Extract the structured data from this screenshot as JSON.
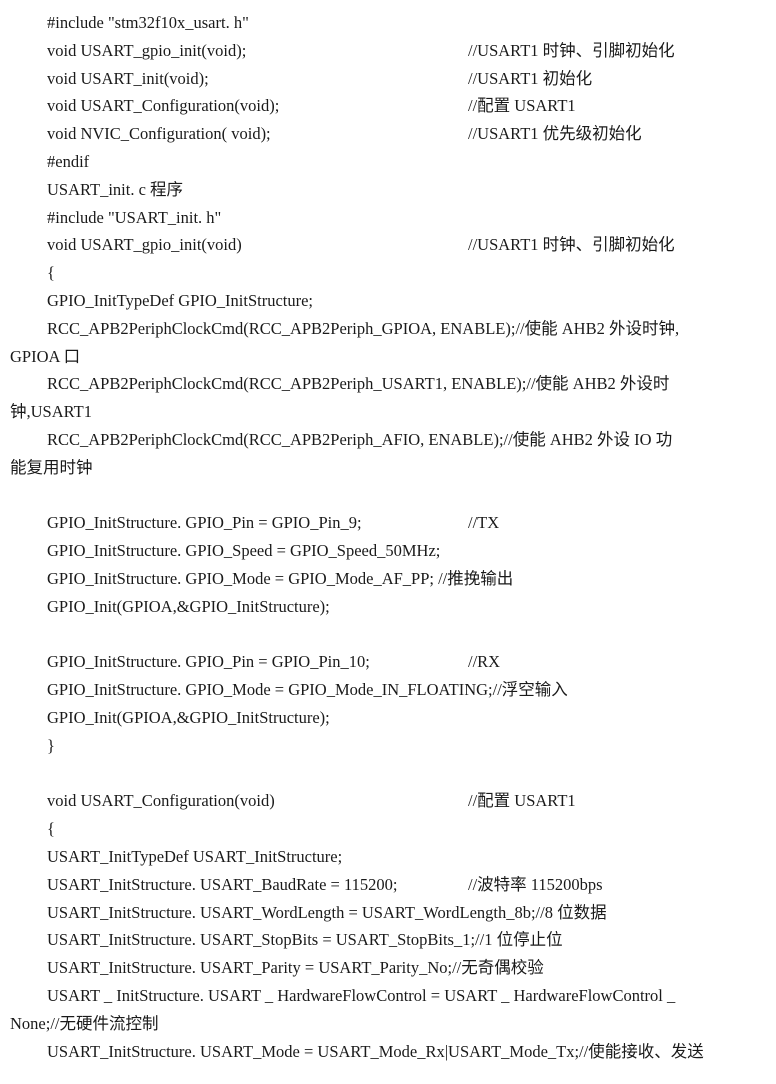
{
  "document": {
    "lines": [
      {
        "code": "#include \"stm32f10x_usart. h\"",
        "comment": ""
      },
      {
        "code": "void USART_gpio_init(void);",
        "comment": "//USART1 时钟、引脚初始化"
      },
      {
        "code": "void USART_init(void);",
        "comment": "//USART1 初始化"
      },
      {
        "code": "void USART_Configuration(void);",
        "comment": "//配置 USART1"
      },
      {
        "code": "void NVIC_Configuration( void);",
        "comment": "//USART1 优先级初始化"
      },
      {
        "code": "#endif",
        "comment": ""
      },
      {
        "code": "USART_init. c 程序",
        "comment": ""
      },
      {
        "code": "#include \"USART_init. h\"",
        "comment": ""
      },
      {
        "code": "void USART_gpio_init(void)",
        "comment": "//USART1 时钟、引脚初始化"
      },
      {
        "code": "{",
        "comment": ""
      },
      {
        "code": "GPIO_InitTypeDef GPIO_InitStructure;",
        "comment": ""
      },
      {
        "code": "RCC_APB2PeriphClockCmd(RCC_APB2Periph_GPIOA, ENABLE);//使能 AHB2 外设时钟,",
        "comment": ""
      },
      {
        "code": "GPIOA 口",
        "comment": "",
        "flush": true
      },
      {
        "code": "RCC_APB2PeriphClockCmd(RCC_APB2Periph_USART1, ENABLE);//使能 AHB2 外设时",
        "comment": ""
      },
      {
        "code": "钟,USART1",
        "comment": "",
        "flush": true
      },
      {
        "code": "RCC_APB2PeriphClockCmd(RCC_APB2Periph_AFIO, ENABLE);//使能 AHB2 外设 IO 功",
        "comment": ""
      },
      {
        "code": "能复用时钟",
        "comment": "",
        "flush": true
      },
      {
        "code": "",
        "comment": ""
      },
      {
        "code": "GPIO_InitStructure. GPIO_Pin = GPIO_Pin_9;",
        "comment": "//TX"
      },
      {
        "code": "GPIO_InitStructure. GPIO_Speed = GPIO_Speed_50MHz;",
        "comment": ""
      },
      {
        "code": "GPIO_InitStructure. GPIO_Mode = GPIO_Mode_AF_PP; //推挽输出",
        "comment": ""
      },
      {
        "code": "GPIO_Init(GPIOA,&GPIO_InitStructure);",
        "comment": ""
      },
      {
        "code": "",
        "comment": ""
      },
      {
        "code": "GPIO_InitStructure. GPIO_Pin = GPIO_Pin_10;",
        "comment": "//RX"
      },
      {
        "code": "GPIO_InitStructure. GPIO_Mode = GPIO_Mode_IN_FLOATING;//浮空输入",
        "comment": ""
      },
      {
        "code": "GPIO_Init(GPIOA,&GPIO_InitStructure);",
        "comment": ""
      },
      {
        "code": "}",
        "comment": ""
      },
      {
        "code": "",
        "comment": ""
      },
      {
        "code": "void USART_Configuration(void)",
        "comment": "//配置 USART1"
      },
      {
        "code": "{",
        "comment": ""
      },
      {
        "code": "USART_InitTypeDef USART_InitStructure;",
        "comment": ""
      },
      {
        "code": "USART_InitStructure. USART_BaudRate = 115200;",
        "comment": "//波特率 115200bps"
      },
      {
        "code": "USART_InitStructure. USART_WordLength = USART_WordLength_8b;//8 位数据",
        "comment": ""
      },
      {
        "code": "USART_InitStructure. USART_StopBits = USART_StopBits_1;//1 位停止位",
        "comment": ""
      },
      {
        "code": "USART_InitStructure. USART_Parity = USART_Parity_No;//无奇偶校验",
        "comment": ""
      },
      {
        "code": "USART _ InitStructure. USART _ HardwareFlowControl = USART _ HardwareFlowControl _",
        "comment": ""
      },
      {
        "code": "None;//无硬件流控制",
        "comment": "",
        "flush": true
      },
      {
        "code": "USART_InitStructure. USART_Mode = USART_Mode_Rx|USART_Mode_Tx;//使能接收、发送",
        "comment": ""
      }
    ]
  }
}
